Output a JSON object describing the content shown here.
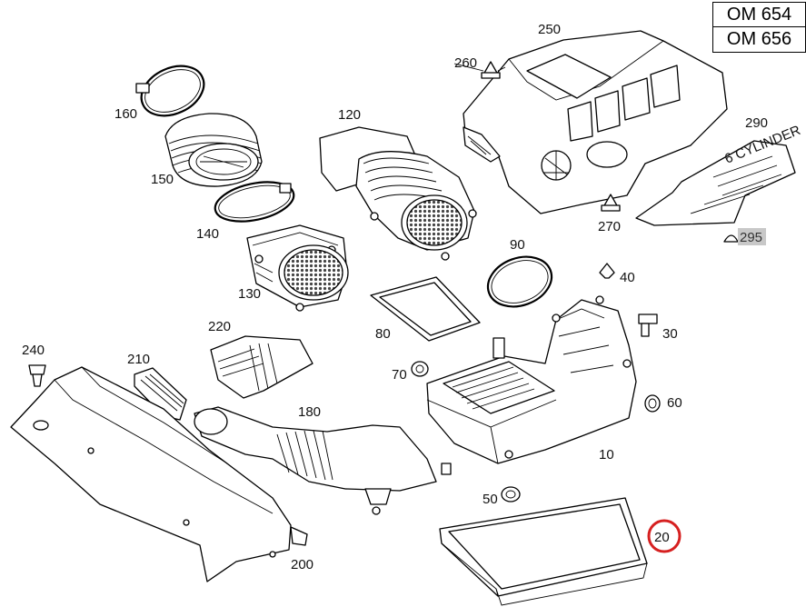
{
  "engine_codes": [
    "OM 654",
    "OM 656"
  ],
  "callouts": {
    "p10": "10",
    "p20": "20",
    "p30": "30",
    "p40": "40",
    "p50": "50",
    "p60": "60",
    "p70": "70",
    "p80": "80",
    "p90": "90",
    "p120": "120",
    "p130": "130",
    "p140": "140",
    "p150": "150",
    "p160": "160",
    "p180": "180",
    "p200": "200",
    "p210": "210",
    "p220": "220",
    "p240": "240",
    "p250": "250",
    "p260": "260",
    "p270": "270",
    "p290": "290",
    "p295": "295"
  },
  "highlight": {
    "part": "20",
    "ring_color": "#d62020"
  },
  "label_highlight_bg": "#c8c8c8",
  "cover_logo_text": "6 CYLINDER"
}
